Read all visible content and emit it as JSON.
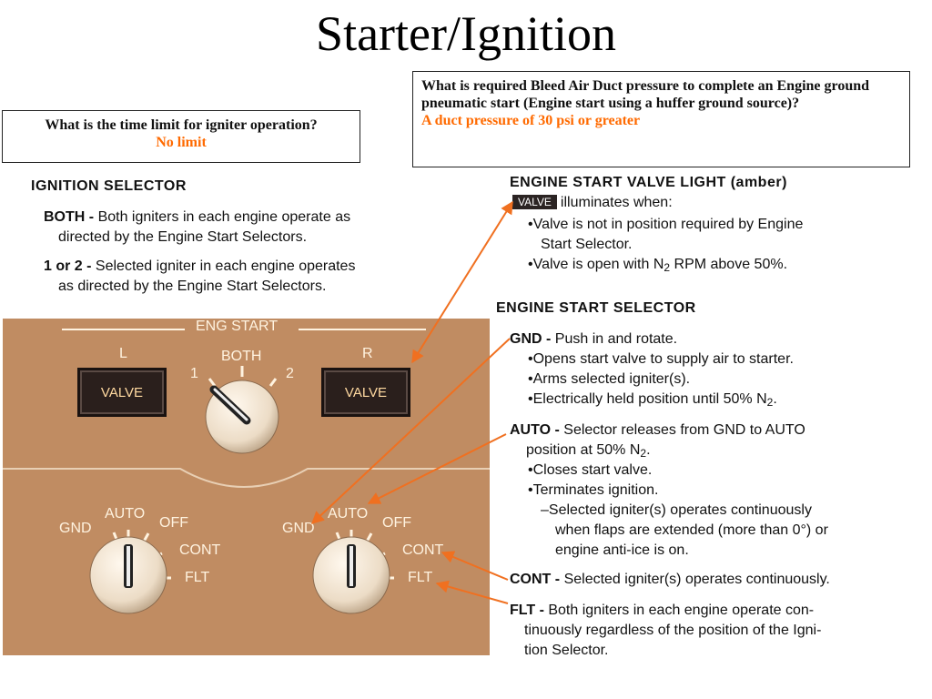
{
  "title": "Starter/Ignition",
  "q_left": {
    "question": "What is the time limit for igniter operation?",
    "answer": "No limit"
  },
  "q_right": {
    "question": "What is required Bleed Air Duct pressure to complete an Engine ground pneumatic start (Engine start using a huffer ground source)?",
    "answer": "A duct pressure of 30 psi or greater"
  },
  "ignition": {
    "heading": "IGNITION SELECTOR",
    "both_label": "BOTH -",
    "both_line1": "Both igniters in each engine operate as",
    "both_line2": "directed by the Engine Start Selectors.",
    "one_two_label": "1 or 2 -",
    "one_two_line1": "Selected igniter in each engine operates",
    "one_two_line2": "as directed by the Engine Start Selectors."
  },
  "valve_light": {
    "heading": "ENGINE START VALVE LIGHT (amber)",
    "badge": "VALVE",
    "intro": "illuminates when:",
    "b1_line1": "•Valve is not in position required by Engine",
    "b1_line2": "Start Selector.",
    "b2_pre": "•Valve is open with N",
    "b2_sub": "2",
    "b2_post": " RPM above 50%."
  },
  "start_selector": {
    "heading": "ENGINE START SELECTOR",
    "gnd_label": "GND -",
    "gnd_text": "Push in and rotate.",
    "gnd_b1": "•Opens start valve to supply air to starter.",
    "gnd_b2": "•Arms selected igniter(s).",
    "gnd_b3_pre": "•Electrically held position until 50% N",
    "gnd_b3_sub": "2",
    "gnd_b3_post": ".",
    "auto_label": "AUTO -",
    "auto_line1": "Selector releases from GND to AUTO",
    "auto_line2_pre": "position at 50% N",
    "auto_line2_sub": "2",
    "auto_line2_post": ".",
    "auto_b1": "•Closes start valve.",
    "auto_b2": "•Terminates ignition.",
    "auto_d1": "–Selected igniter(s) operates continuously",
    "auto_d2": "when flaps are extended (more than 0°) or",
    "auto_d3": "engine anti-ice is on.",
    "cont_label": "CONT -",
    "cont_text": "Selected igniter(s) operates continuously.",
    "flt_label": "FLT -",
    "flt_line1": "Both igniters in each engine operate con-",
    "flt_line2": "tinuously regardless of the position of the Igni-",
    "flt_line3": "tion Selector."
  },
  "panel": {
    "eng_start": "ENG START",
    "left": "L",
    "right": "R",
    "valve_left": "VALVE",
    "valve_right": "VALVE",
    "both": "BOTH",
    "one": "1",
    "two": "2",
    "l_gnd": "GND",
    "l_auto": "AUTO",
    "l_off": "OFF",
    "l_cont": "CONT",
    "l_flt": "FLT",
    "r_gnd": "GND",
    "r_auto": "AUTO",
    "r_off": "OFF",
    "r_cont": "CONT",
    "r_flt": "FLT"
  },
  "colors": {
    "answer": "#ff6a00",
    "panel": "#c08c62",
    "arrow": "#f07020"
  }
}
